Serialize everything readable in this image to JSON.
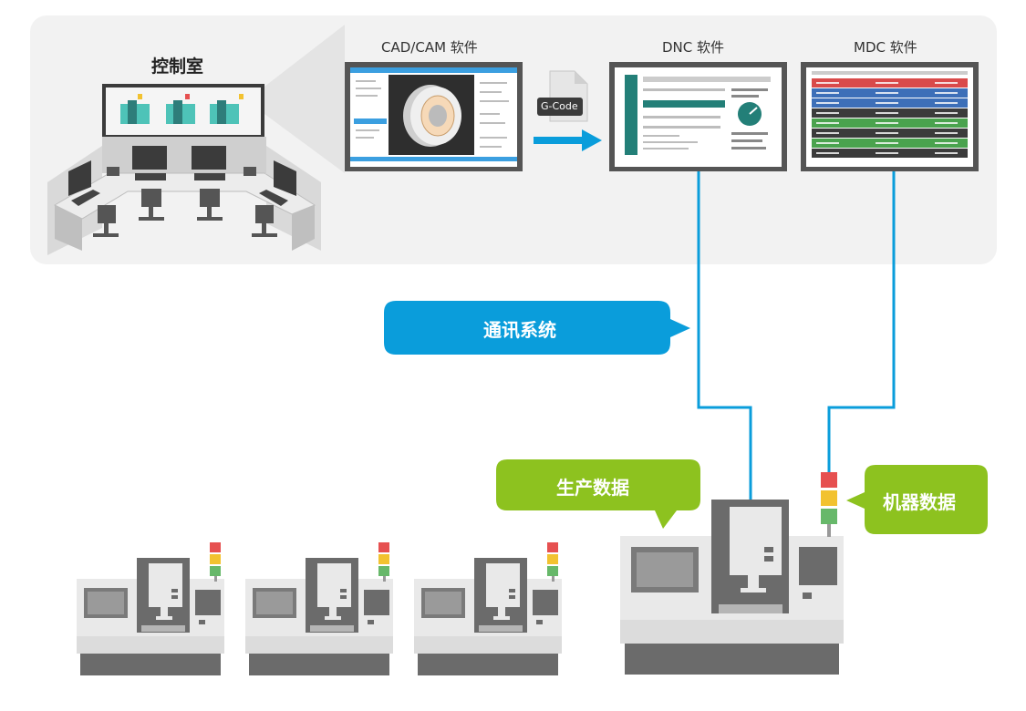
{
  "control_room": {
    "title": "控制室"
  },
  "software": {
    "cadcam": "CAD/CAM 软件",
    "dnc": "DNC 软件",
    "mdc": "MDC 软件",
    "gcode": "G-Code"
  },
  "bubbles": {
    "communication": "通讯系统",
    "production_data": "生产数据",
    "machine_data": "机器数据"
  },
  "colors": {
    "panel_bg": "#f2f2f2",
    "blue": "#0a9ddb",
    "green": "#8dc21f",
    "machine_light": "#e9e9e9",
    "machine_dark": "#6b6b6b",
    "lamp_red": "#e65050",
    "lamp_yellow": "#f2c230",
    "lamp_green": "#67b86a"
  }
}
